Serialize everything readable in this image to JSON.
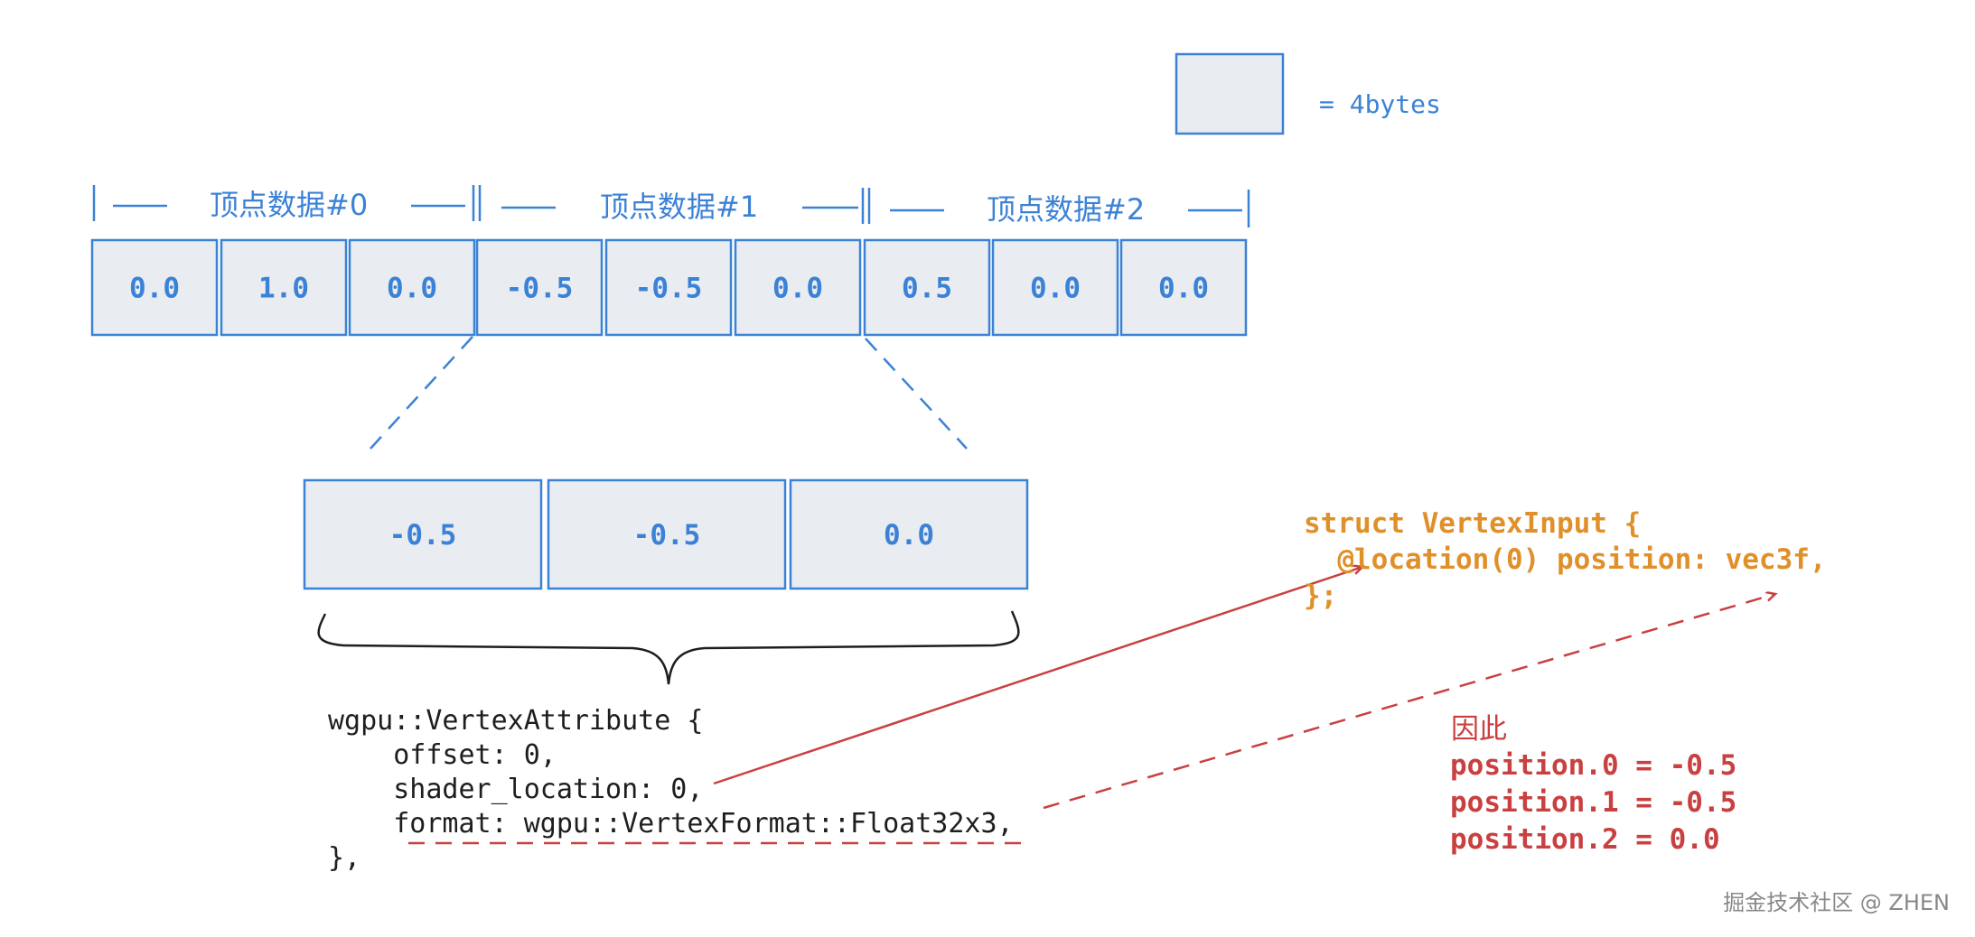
{
  "colors": {
    "blue": "#3b82d6",
    "cell_fill": "#e9ecf1",
    "orange": "#e0902a",
    "red": "#c94040",
    "black": "#1e1e1e",
    "grey": "#888888"
  },
  "legend": {
    "label": "= 4bytes"
  },
  "vertex_labels": [
    "顶点数据#0",
    "顶点数据#1",
    "顶点数据#2"
  ],
  "buffer_values": [
    "0.0",
    "1.0",
    "0.0",
    "-0.5",
    "-0.5",
    "0.0",
    "0.5",
    "0.0",
    "0.0"
  ],
  "zoom_values": [
    "-0.5",
    "-0.5",
    "0.0"
  ],
  "cpp_code": [
    "wgpu::VertexAttribute {",
    "    offset: 0,",
    "    shader_location: 0,",
    "    format: wgpu::VertexFormat::Float32x3,",
    "},"
  ],
  "wgsl_code": [
    "struct VertexInput {",
    "  @location(0) position: vec3f,",
    "};"
  ],
  "result": {
    "title": "因此",
    "lines": [
      "position.0 = -0.5",
      "position.1 = -0.5",
      "position.2 = 0.0"
    ]
  },
  "watermark": "掘金技术社区 @ ZHEN"
}
